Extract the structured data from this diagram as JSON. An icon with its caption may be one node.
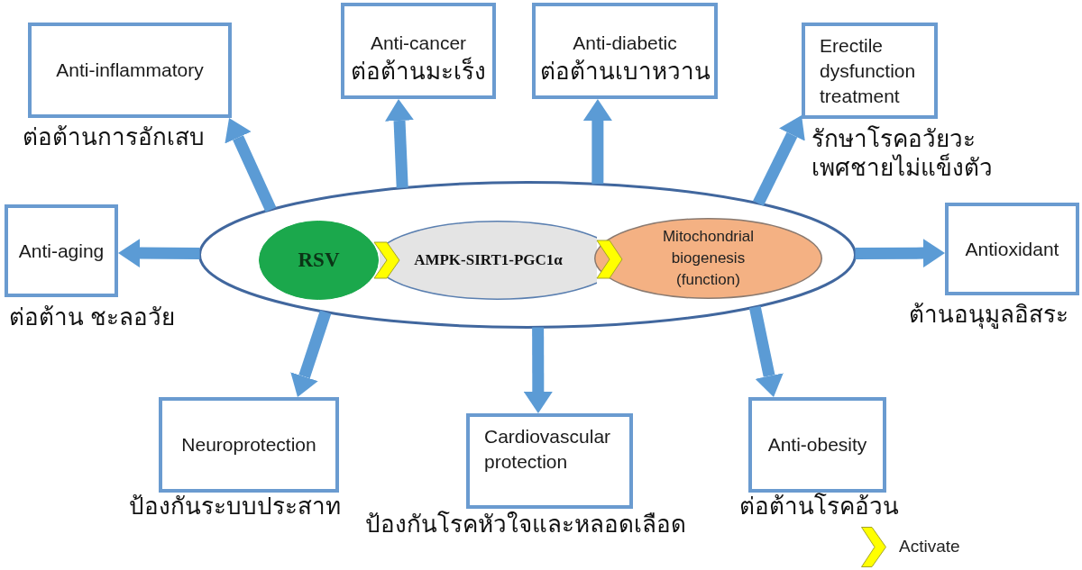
{
  "diagram": {
    "nodes": [
      {
        "text": [
          "Anti-inflammatory"
        ],
        "beside": [
          "ต่อต้านการอักเสบ"
        ]
      },
      {
        "text": [
          "Anti-cancer",
          "ต่อต้านมะเร็ง"
        ]
      },
      {
        "text": [
          "Anti-diabetic",
          "ต่อต้านเบาหวาน"
        ]
      },
      {
        "text": [
          "Erectile dysfunction treatment"
        ],
        "beside": [
          "รักษาโรคอวัยวะเพศชายไม่แข็งตัว"
        ]
      },
      {
        "text": [
          "Anti-aging"
        ],
        "beside": [
          "ต่อต้าน ชะลอวัย"
        ]
      },
      {
        "text": [],
        "shape": "ellipse"
      },
      {
        "text": [
          "RSV"
        ],
        "in": 5
      },
      {
        "text": [
          "AMPK-SIRT1-PGC1α"
        ],
        "in": 5
      },
      {
        "text": [
          "Mitochondrial biogenesis (function)"
        ],
        "in": 5
      },
      {
        "text": [
          "Antioxidant"
        ],
        "beside": [
          "ต้านอนุมูลอิสระ"
        ]
      },
      {
        "text": [
          "Neuroprotection"
        ],
        "beside": [
          "ป้องกันระบบประสาท"
        ]
      },
      {
        "text": [
          "Cardiovascular protection"
        ],
        "beside": [
          "ป้องกันโรคหัวใจและหลอดเลือด"
        ]
      },
      {
        "text": [
          "Anti-obesity"
        ],
        "beside": [
          "ต่อต้านโรคอ้วน"
        ]
      }
    ],
    "edges": [
      {
        "from": 6,
        "to": 7,
        "arrow": "to",
        "color": "#ffff00"
      },
      {
        "from": 7,
        "to": 8,
        "arrow": "to",
        "color": "#ffff00"
      },
      {
        "from": 5,
        "to": 0,
        "arrow": "to"
      },
      {
        "from": 5,
        "to": 1,
        "arrow": "to"
      },
      {
        "from": 5,
        "to": 2,
        "arrow": "to"
      },
      {
        "from": 5,
        "to": 3,
        "arrow": "to"
      },
      {
        "from": 5,
        "to": 4,
        "arrow": "to"
      },
      {
        "from": 5,
        "to": 9,
        "arrow": "to"
      },
      {
        "from": 5,
        "to": 10,
        "arrow": "to"
      },
      {
        "from": 5,
        "to": 11,
        "arrow": "to"
      },
      {
        "from": 5,
        "to": 12,
        "arrow": "to"
      }
    ],
    "legend": [
      {
        "text": "Activate"
      }
    ]
  }
}
